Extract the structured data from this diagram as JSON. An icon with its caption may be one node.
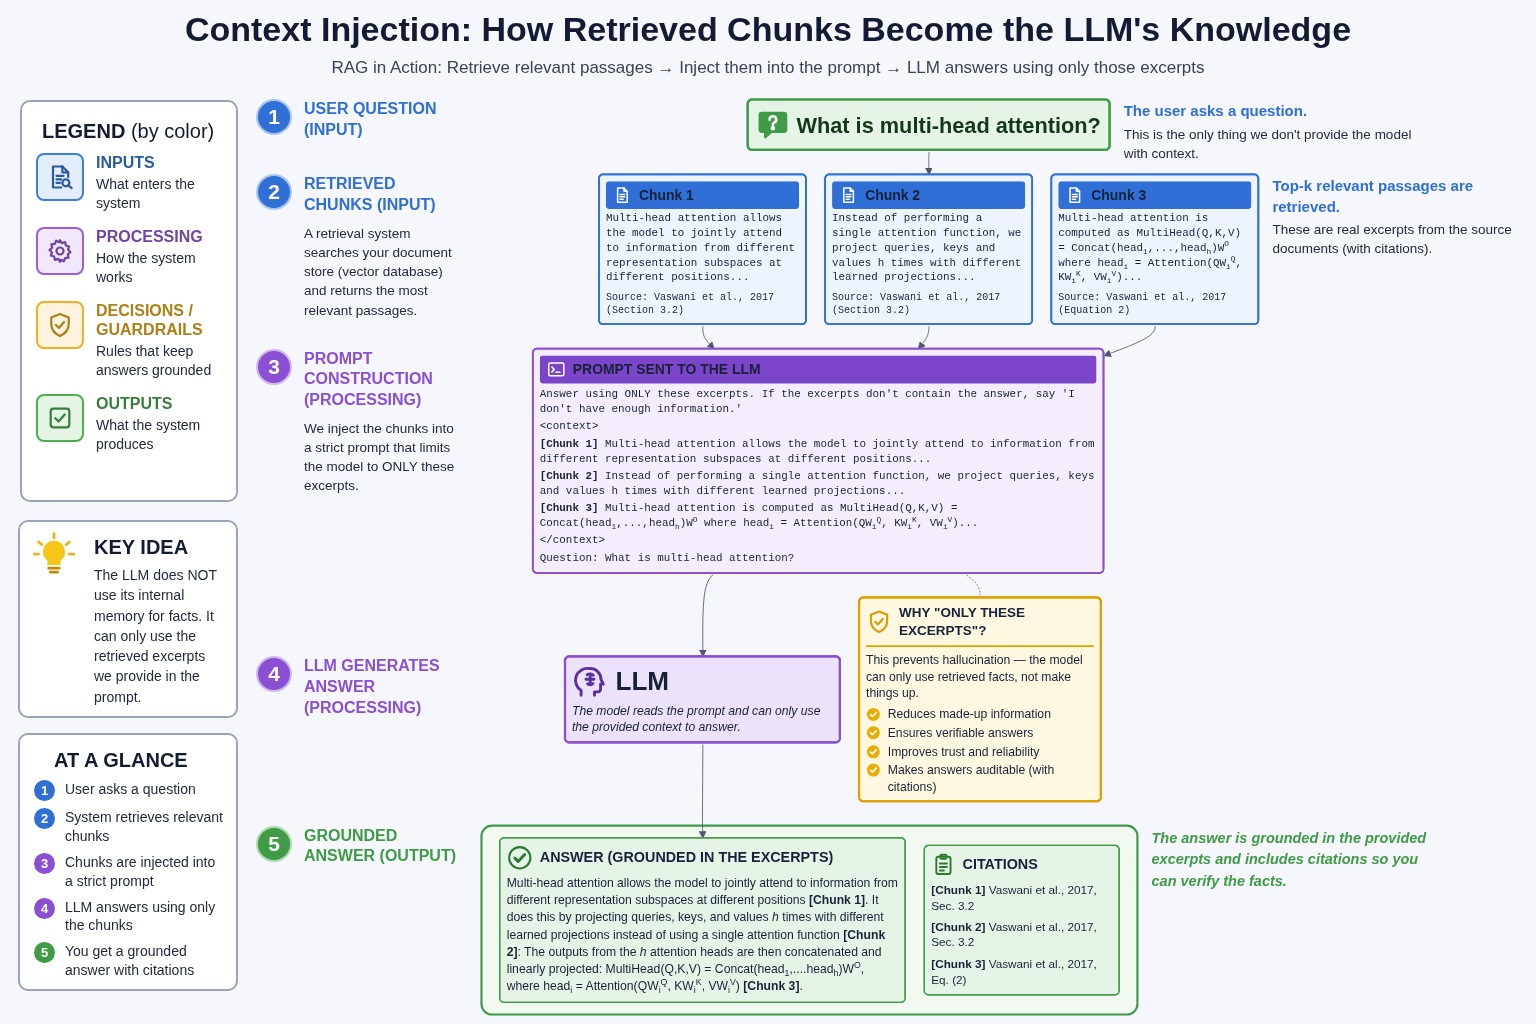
{
  "diagram": {
    "title": "Context Injection: How Retrieved Chunks Become the LLM's Knowledge",
    "nodes": [
      {
        "text": [
          "What is multi-head attention?"
        ],
        "beside": [
          "1",
          "USER QUESTION (INPUT)",
          "The user asks a question.",
          "This is the only thing we don't provide the model with context."
        ]
      },
      {
        "text": [
          "Chunk 1",
          "Multi-head attention allows the model to jointly attend to information from different representation subspaces at different positions...",
          "Source: Vaswani et al., 2017 (Section 3.2)"
        ],
        "beside": [
          "2",
          "RETRIEVED CHUNKS (INPUT)",
          "A retrieval system searches your document store (vector database) and returns the most relevant passages."
        ]
      },
      {
        "text": [
          "Chunk 2",
          "Instead of performing a single attention function, we project queries, keys and values h times with different learned projections...",
          "Source: Vaswani et al., 2017 (Section 3.2)"
        ]
      },
      {
        "text": [
          "Chunk 3",
          "Multi-head attention is computed as MultiHead(Q,K,V) = Concat(head$_{1}$,...,head$_{h}$)W$^{O}$ where head$_{i}$ = Attention(QW$_{i}$$^{Q}$, KW$_{i}$$^{K}$, VW$_{i}$$^{V}$)...",
          "Source: Vaswani et al., 2017 (Equation 2)"
        ],
        "beside": [
          "Top-k relevant passages are retrieved.",
          "These are real excerpts from the source documents (with citations)."
        ]
      },
      {
        "text": [
          "PROMPT SENT TO THE LLM",
          "Answer using ONLY these excerpts. If the excerpts don't contain the answer, say 'I don't have enough information.'",
          "<context>",
          "[Chunk 1] Multi-head attention allows the model to jointly attend to information from different representation subspaces at different positions...",
          "[Chunk 2] Instead of performing a single attention function, we project queries, keys and values h times with different learned projections...",
          "[Chunk 3] Multi-head attention is computed as MultiHead(Q,K,V) = Concat(head$_{1}$,...,head$_{h}$)W$^{O}$ where head$_{i}$ = Attention(QW$_{i}$$^{Q}$, KW$_{i}$$^{K}$, VW$_{i}$$^{V}$)...",
          "</context>",
          "Question: What is multi-head attention?"
        ],
        "beside": [
          "3",
          "PROMPT CONSTRUCTION (PROCESSING)",
          "We inject the chunks into a strict prompt that limits the model to ONLY these excerpts."
        ]
      },
      {
        "text": [
          "WHY \"ONLY THESE EXCERPTS\"?",
          "This prevents hallucination — the model can only use retrieved facts, not make things up.",
          "Reduces made-up information",
          "Ensures verifiable answers",
          "Improves trust and reliability",
          "Makes answers auditable (with citations)"
        ]
      },
      {
        "text": [
          "LLM",
          "The model reads the prompt and can only use the provided context to answer."
        ],
        "beside": [
          "4",
          "LLM GENERATES ANSWER (PROCESSING)"
        ]
      },
      {
        "text": [],
        "shape": "box",
        "beside": [
          "5",
          "GROUNDED ANSWER (OUTPUT)",
          "The answer is grounded in the provided excerpts and includes citations so you can verify the facts."
        ]
      },
      {
        "text": [
          "ANSWER (GROUNDED IN THE EXCERPTS)",
          "Multi-head attention allows the model to jointly attend to information from different representation subspaces at different positions [Chunk 1]. It does this by projecting queries, keys, and values *h* times with different learned projections instead of using a single attention function [Chunk 2]: The outputs from the *h* attention heads are then concatenated and linearly projected: MultiHead(Q,K,V) = Concat(head$_{1}$,....head$_{h}$)W$^{O}$, where head$_{i}$ = Attention(QW$_{i}$$^{Q}$, KW$_{i}$$^{K}$, VW$_{i}$$^{V}$) [Chunk 3]."
        ],
        "in": 7
      },
      {
        "text": [
          "CITATIONS",
          "[Chunk 1] Vaswani et al., 2017, Sec. 3.2",
          "[Chunk 2] Vaswani et al., 2017, Sec. 3.2",
          "[Chunk 3] Vaswani et al., 2017, Eq. (2)"
        ],
        "in": 7
      }
    ],
    "edges": [
      {
        "from": 0,
        "to": 2,
        "arrow": "to"
      },
      {
        "from": 1,
        "to": 4,
        "arrow": "to"
      },
      {
        "from": 2,
        "to": 4,
        "arrow": "to"
      },
      {
        "from": 3,
        "to": 4,
        "arrow": "to"
      },
      {
        "from": 4,
        "to": 5,
        "arrow": "none",
        "style": "dashed"
      },
      {
        "from": 4,
        "to": 6,
        "arrow": "to"
      },
      {
        "from": 6,
        "to": 8,
        "arrow": "to"
      }
    ],
    "labels": [
      "RAG in Action: Retrieve relevant passages → Inject them into the prompt → LLM answers using only those excerpts",
      "**LEGEND** (by color)",
      "What enters the system",
      "How the system works",
      "Rules that keep answers grounded",
      "What the system produces",
      "KEY IDEA",
      "The LLM does NOT use its internal memory for facts. It can only use the retrieved excerpts we provide in the prompt.",
      "AT A GLANCE",
      "1",
      "User asks a question",
      "2",
      "System retrieves relevant chunks",
      "3",
      "Chunks are injected into a strict prompt",
      "4",
      "LLM answers using only the chunks",
      "5",
      "You get a grounded answer with citations"
    ],
    "legend": [
      {
        "text": "INPUTS",
        "color": "#3b7fe0"
      },
      {
        "text": "PROCESSING",
        "color": "#9b5de5"
      },
      {
        "text": "DECISIONS / GUARDRAILS",
        "color": "#f2b01e"
      },
      {
        "text": "OUTPUTS",
        "color": "#4caf50"
      }
    ]
  }
}
